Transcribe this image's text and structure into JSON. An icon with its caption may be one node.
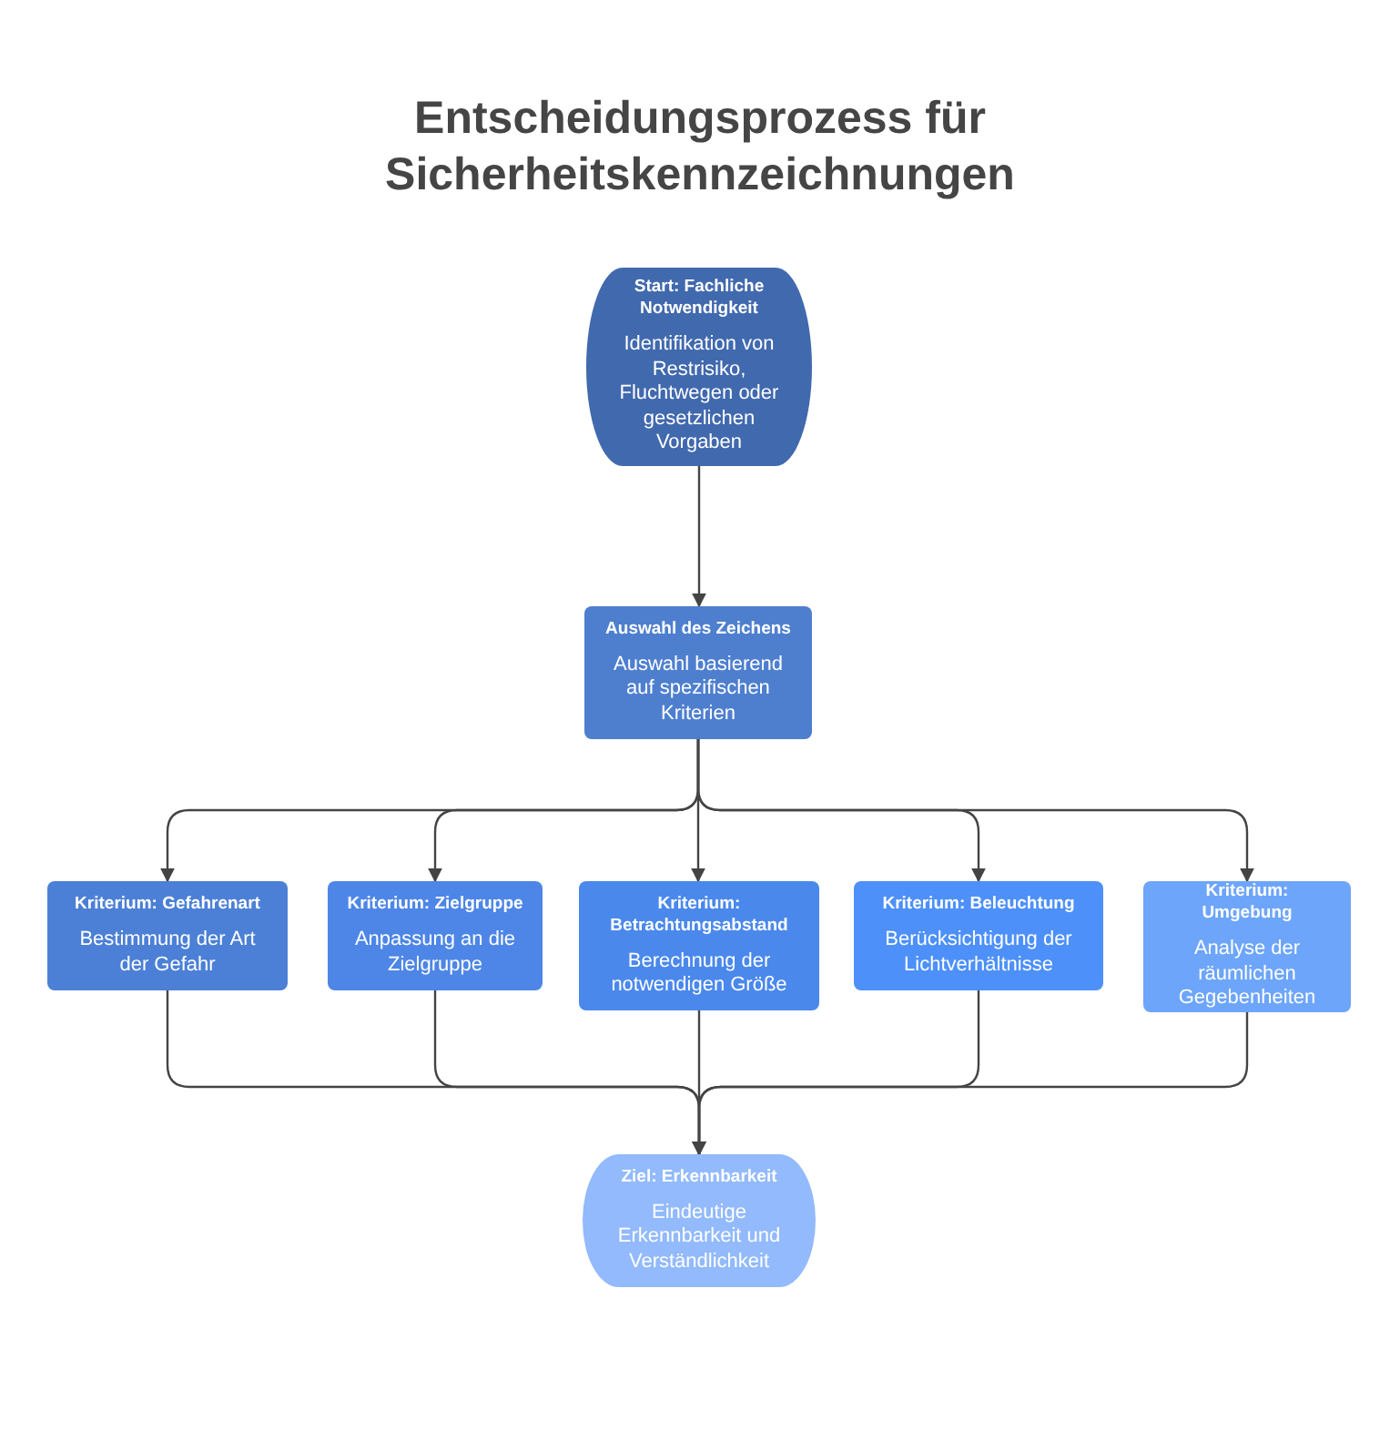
{
  "diagram": {
    "title": "Entscheidungsprozess für Sicherheitskennzeichnungen",
    "nodes": [
      {
        "text": [
          "Start: Fachliche Notwendigkeit",
          "Identifikation von Restrisiko, Fluchtwegen oder gesetzlichen Vorgaben"
        ]
      },
      {
        "text": [
          "Auswahl des Zeichens",
          "Auswahl basierend auf spezifischen Kriterien"
        ]
      },
      {
        "text": [
          "Kriterium: Gefahrenart",
          "Bestimmung der Art der Gefahr"
        ]
      },
      {
        "text": [
          "Kriterium: Zielgruppe",
          "Anpassung an die Zielgruppe"
        ]
      },
      {
        "text": [
          "Kriterium: Betrachtungsabstand",
          "Berechnung der notwendigen Größe"
        ]
      },
      {
        "text": [
          "Kriterium: Beleuchtung",
          "Berücksichtigung der Lichtverhältnisse"
        ]
      },
      {
        "text": [
          "Kriterium: Umgebung",
          "Analyse der räumlichen Gegebenheiten"
        ]
      },
      {
        "text": [
          "Ziel: Erkennbarkeit",
          "Eindeutige Erkennbarkeit und Verständlichkeit"
        ]
      }
    ],
    "edges": [
      {
        "from": 0,
        "to": 1,
        "arrow": "to"
      },
      {
        "from": 1,
        "to": 2,
        "arrow": "to"
      },
      {
        "from": 1,
        "to": 3,
        "arrow": "to"
      },
      {
        "from": 1,
        "to": 4,
        "arrow": "to"
      },
      {
        "from": 1,
        "to": 5,
        "arrow": "to"
      },
      {
        "from": 1,
        "to": 6,
        "arrow": "to"
      },
      {
        "from": 2,
        "to": 7,
        "arrow": "to"
      },
      {
        "from": 3,
        "to": 7,
        "arrow": "to"
      },
      {
        "from": 4,
        "to": 7,
        "arrow": "to"
      },
      {
        "from": 5,
        "to": 7,
        "arrow": "to"
      },
      {
        "from": 6,
        "to": 7,
        "arrow": "to"
      }
    ]
  }
}
